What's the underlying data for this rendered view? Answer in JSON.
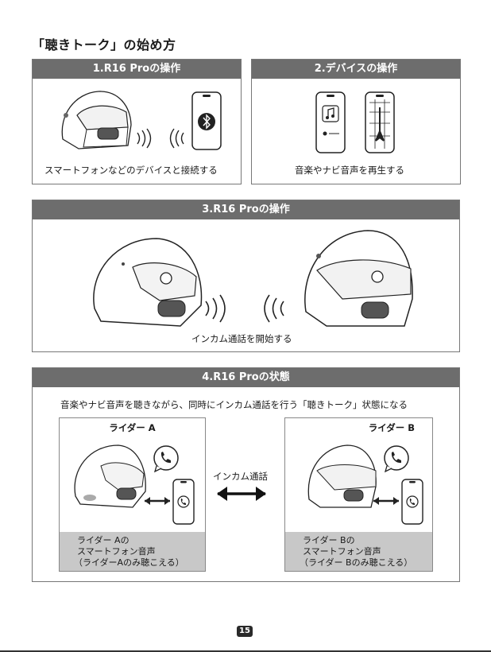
{
  "page_title": "「聴きトーク」の始め方",
  "section1": {
    "heading": "1.R16 Proの操作",
    "caption": "スマートフォンなどのデバイスと接続する"
  },
  "section2": {
    "heading": "2.デバイスの操作",
    "caption": "音楽やナビ音声を再生する"
  },
  "section3": {
    "heading": "3.R16 Proの操作",
    "caption": "インカム通話を開始する"
  },
  "section4": {
    "heading": "4.R16 Proの状態",
    "description": "音楽やナビ音声を聴きながら、同時にインカム通話を行う「聴きトーク」状態になる",
    "rider_a": {
      "label": "ライダー A",
      "note_line1": "ライダー Aの",
      "note_line2": "スマートフォン音声",
      "note_line3": "（ライダーAのみ聴こえる）"
    },
    "rider_b": {
      "label": "ライダー B",
      "note_line1": "ライダー Bの",
      "note_line2": "スマートフォン音声",
      "note_line3": "（ライダー Bのみ聴こえる）"
    },
    "intercom_label": "インカム通話"
  },
  "page_number": "15",
  "colors": {
    "header_bar": "#6d6d6d",
    "note_box": "#c8c8c8"
  }
}
